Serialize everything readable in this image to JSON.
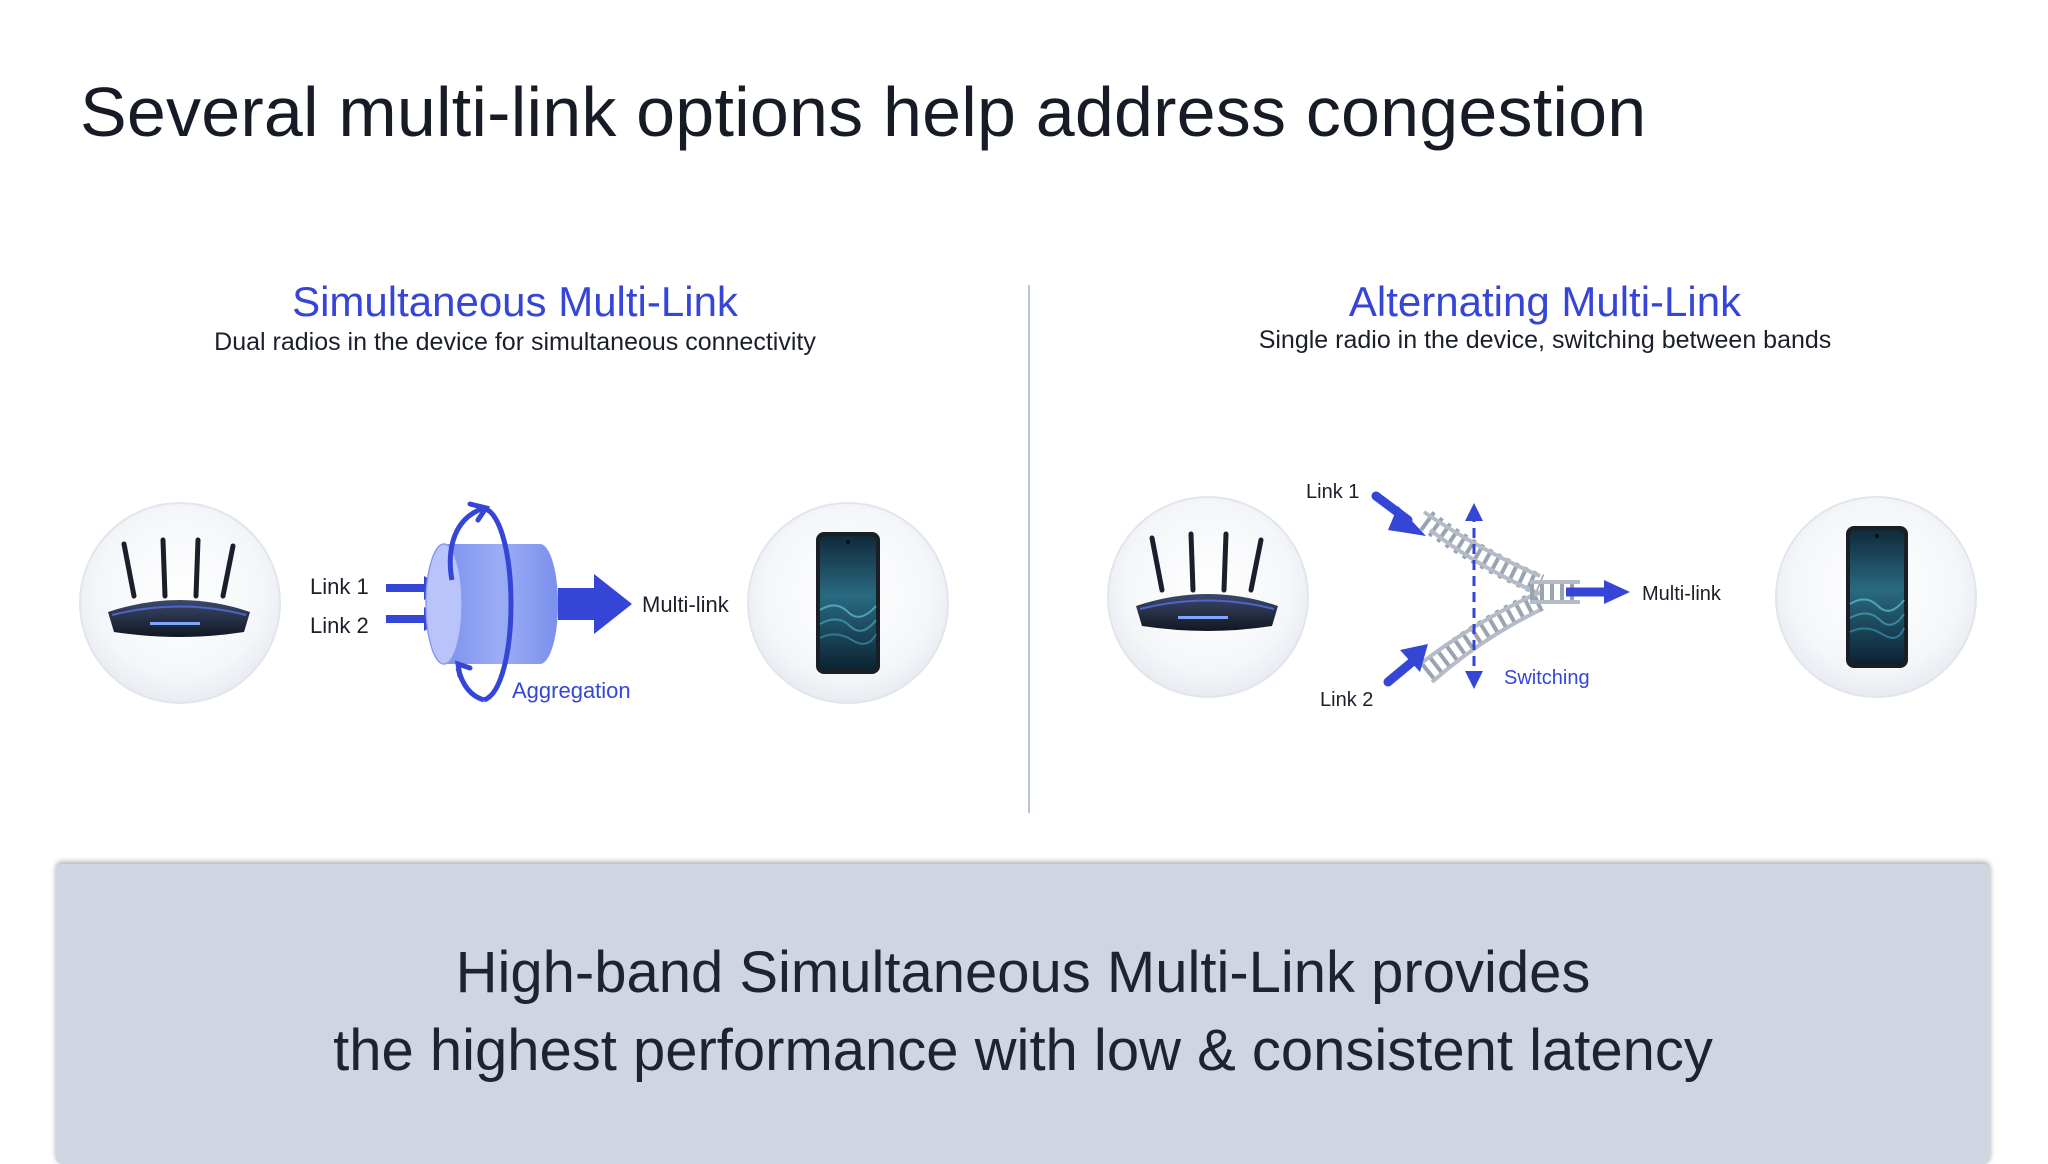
{
  "slide": {
    "title": "Several multi-link options help address congestion"
  },
  "left_panel": {
    "heading": "Simultaneous Multi-Link",
    "subtitle": "Dual radios in the device for simultaneous connectivity",
    "link1": "Link 1",
    "link2": "Link 2",
    "multilink": "Multi-link",
    "aggregation": "Aggregation",
    "router_icon": "router-icon",
    "phone_icon": "smartphone-icon"
  },
  "right_panel": {
    "heading": "Alternating Multi-Link",
    "subtitle": "Single radio in the device, switching between bands",
    "link1": "Link 1",
    "link2": "Link 2",
    "multilink": "Multi-link",
    "switching": "Switching",
    "router_icon": "router-icon",
    "phone_icon": "smartphone-icon"
  },
  "conclusion": {
    "line1": "High-band Simultaneous Multi-Link provides",
    "line2": "the highest performance with low & consistent latency"
  },
  "colors": {
    "accent_blue": "#3546d6",
    "bottom_panel": "#cfd5e1",
    "cylinder_fill": "#8ea2f4"
  }
}
